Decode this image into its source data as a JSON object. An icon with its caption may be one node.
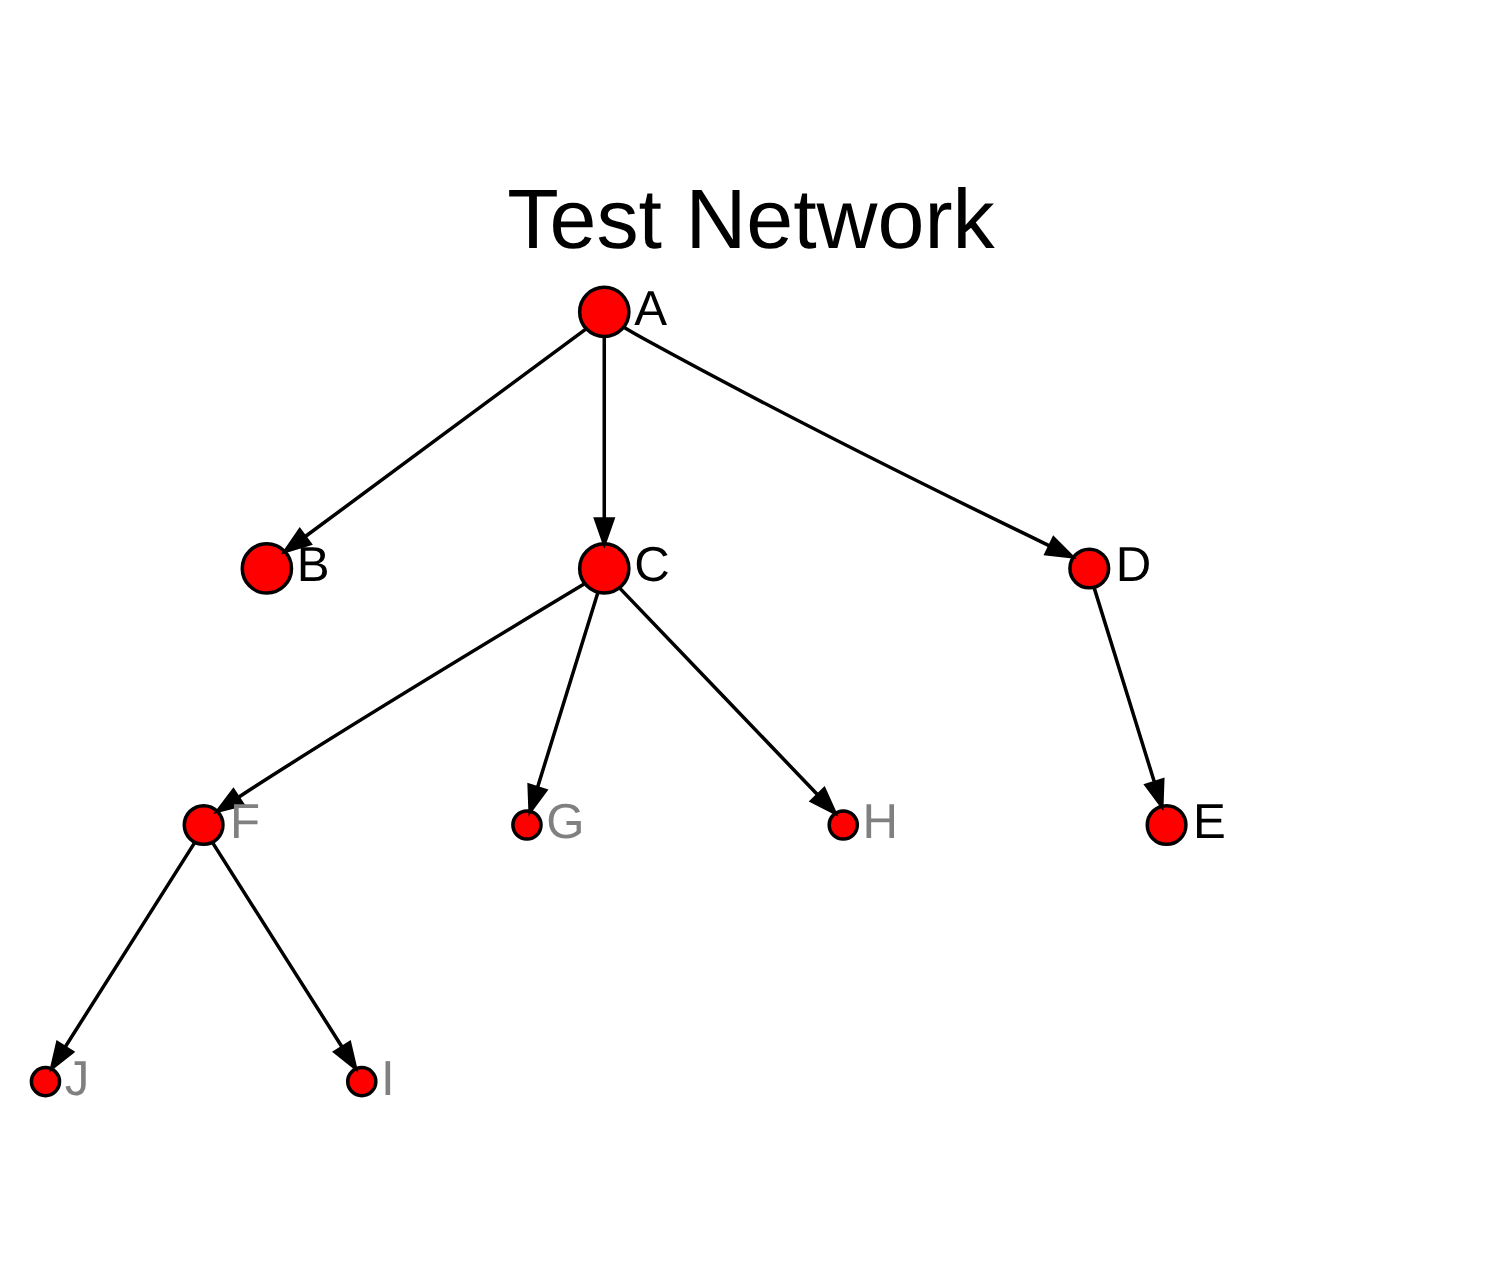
{
  "diagram": {
    "title": "Test Network",
    "nodes": [
      {
        "text": [],
        "shape": "circle",
        "beside": [
          "A"
        ]
      },
      {
        "text": [],
        "shape": "circle",
        "beside": [
          "B"
        ]
      },
      {
        "text": [],
        "shape": "circle",
        "beside": [
          "C"
        ]
      },
      {
        "text": [],
        "shape": "circle",
        "beside": [
          "D"
        ]
      },
      {
        "text": [],
        "shape": "circle",
        "beside": [
          "F"
        ]
      },
      {
        "text": [],
        "shape": "circle",
        "beside": [
          "G"
        ]
      },
      {
        "text": [],
        "shape": "circle",
        "beside": [
          "H"
        ]
      },
      {
        "text": [],
        "shape": "circle",
        "beside": [
          "E"
        ]
      },
      {
        "text": [],
        "shape": "circle",
        "beside": [
          "J"
        ]
      },
      {
        "text": [],
        "shape": "circle",
        "beside": [
          "I"
        ]
      }
    ],
    "edges": [
      {
        "from": 0,
        "to": 1,
        "arrow": "to"
      },
      {
        "from": 0,
        "to": 2,
        "arrow": "to"
      },
      {
        "from": 0,
        "to": 3,
        "arrow": "to"
      },
      {
        "from": 2,
        "to": 4,
        "arrow": "to"
      },
      {
        "from": 2,
        "to": 5,
        "arrow": "to"
      },
      {
        "from": 2,
        "to": 6,
        "arrow": "to"
      },
      {
        "from": 3,
        "to": 7,
        "arrow": "to"
      },
      {
        "from": 4,
        "to": 8,
        "arrow": "to"
      },
      {
        "from": 4,
        "to": 9,
        "arrow": "to"
      }
    ]
  }
}
